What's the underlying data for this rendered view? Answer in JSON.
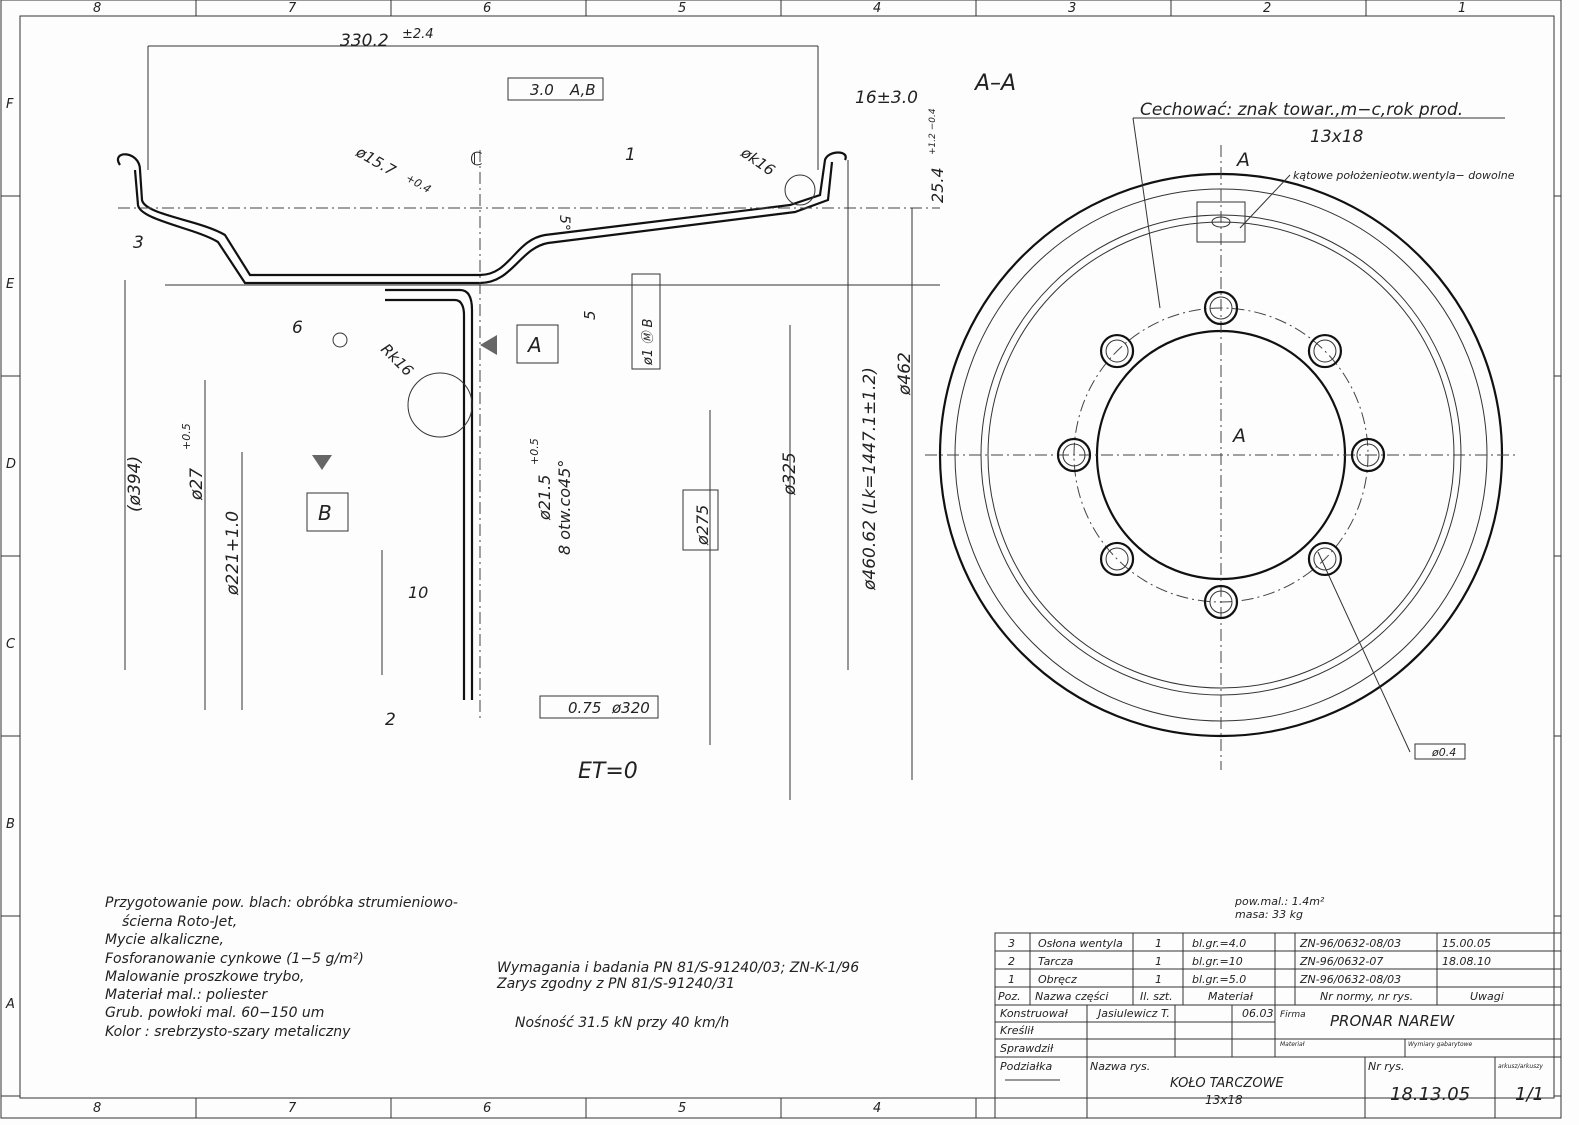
{
  "frame": {
    "cols_top": [
      "8",
      "7",
      "6",
      "5",
      "4",
      "3",
      "2",
      "1"
    ],
    "cols_bottom": [
      "8",
      "7",
      "6",
      "5",
      "4"
    ],
    "rows": [
      "F",
      "E",
      "D",
      "C",
      "B",
      "A"
    ]
  },
  "section": {
    "title": "A–A",
    "dims": {
      "width": "330.2",
      "width_tol": "±2.4",
      "runout": "3.0",
      "runout_ref": "A,B",
      "flange": "16±3.0",
      "d15": "ø15.7",
      "d15_tol": "+0.4",
      "rk16a": "øk16",
      "rk16b": "Rk16",
      "h25": "25.4",
      "h25_tol": "+1.2 −0.4",
      "five_deg": "5°",
      "five": "5",
      "cl": "ℂ",
      "pos1": "1",
      "pos2": "2",
      "pos3": "3",
      "pos6": "6",
      "ten": "10",
      "datumA": "A",
      "datumB": "B",
      "pos_tol": "ø1 Ⓜ B",
      "d394": "(ø394)",
      "d27": "ø27",
      "d27_tol": "+0.5",
      "d221": "ø221+1.0",
      "d21": "ø21.5",
      "d21_tol": "+0.5",
      "holes": "8 otw.co45°",
      "d275": "ø275",
      "d325": "ø325",
      "d460": "ø460.62 (Lk=1447.1±1.2)",
      "d462": "ø462",
      "flat_tol": "0.75",
      "flat_ref": "ø320",
      "et": "ET=0"
    }
  },
  "view": {
    "marking": "Cechować: znak towar.,m−c,rok prod.",
    "size": "13x18",
    "section_mark": "A",
    "section_mark2": "A",
    "valve_note": "kątowe położenieotw.wentyla− dowolne",
    "pos_tol": "ø0.4"
  },
  "notes": [
    "Przygotowanie pow. blach: obróbka strumieniowo-",
    "ścierna Roto-Jet,",
    "Mycie alkaliczne,",
    "Fosforanowanie cynkowe (1−5 g/m²)",
    "Malowanie proszkowe trybo,",
    "Materiał mal.: poliester",
    "Grub. powłoki mal. 60−150 um",
    "Kolor : srebrzysto-szary metaliczny"
  ],
  "requirements": [
    "Wymagania i badania PN 81/S-91240/03; ZN-K-1/96",
    "Zarys zgodny z PN 81/S-91240/31"
  ],
  "load": "Nośność 31.5 kN przy 40 km/h",
  "paint_area": "pow.mal.: 1.4m²",
  "mass": "masa: 33 kg",
  "parts": [
    {
      "poz": "3",
      "name": "Osłona wentyla",
      "qty": "1",
      "material": "bl.gr.=4.0",
      "norm": "ZN-96/0632-08/03",
      "notes": "15.00.05"
    },
    {
      "poz": "2",
      "name": "Tarcza",
      "qty": "1",
      "material": "bl.gr.=10",
      "norm": "ZN-96/0632-07",
      "notes": "18.08.10"
    },
    {
      "poz": "1",
      "name": "Obręcz",
      "qty": "1",
      "material": "bl.gr.=5.0",
      "norm": "ZN-96/0632-08/03",
      "notes": ""
    }
  ],
  "parts_header": {
    "poz": "Poz.",
    "name": "Nazwa części",
    "qty": "Il. szt.",
    "material": "Materiał",
    "norm": "Nr normy, nr rys.",
    "notes": "Uwagi"
  },
  "titleblock": {
    "designed": "Konstruował",
    "designer": "Jasiulewicz T.",
    "date": "06.03",
    "drawn": "Kreślił",
    "checked": "Sprawdził",
    "scale": "Podziałka",
    "firm_label": "Firma",
    "firm": "PRONAR NAREW",
    "material_label": "Materiał",
    "dims_label": "Wymiary gabarytowe",
    "name_label": "Nazwa rys.",
    "name": "KOŁO TARCZOWE",
    "name2": "13x18",
    "nr_label": "Nr rys.",
    "nr": "18.13.05",
    "sheet_label": "arkusz/arkuszy",
    "sheet": "1/1"
  }
}
